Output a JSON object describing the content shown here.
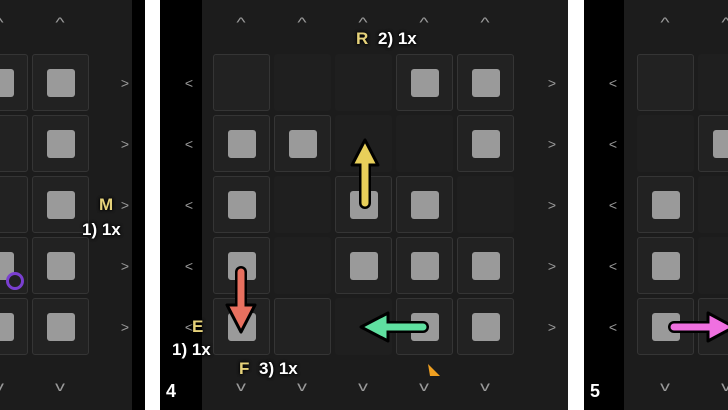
{
  "panels": [
    {
      "id": "3",
      "grid": [
        [
          "square",
          "square"
        ],
        [
          "box",
          "square"
        ],
        [
          "box",
          "square"
        ],
        [
          "square-marker",
          "square"
        ],
        [
          "square",
          "square"
        ]
      ],
      "labels": {
        "key": "M",
        "step": "1) 1x"
      }
    },
    {
      "id": "4",
      "number": "4",
      "grid": [
        [
          "box",
          "empty",
          "empty",
          "square",
          "square"
        ],
        [
          "square",
          "square",
          "empty",
          "empty",
          "square"
        ],
        [
          "square",
          "empty",
          "square",
          "square",
          "empty"
        ],
        [
          "square",
          "empty",
          "square",
          "square",
          "square"
        ],
        [
          "square",
          "box",
          "empty",
          "square",
          "square"
        ]
      ],
      "labels": {
        "r_key": "R",
        "r_step": "2) 1x",
        "e_key": "E",
        "e_step": "1) 1x",
        "f_key": "F",
        "f_step": "3) 1x"
      },
      "arrows": [
        {
          "color": "#e8cf5a",
          "dir": "up"
        },
        {
          "color": "#e8705f",
          "dir": "down"
        },
        {
          "color": "#5fe0a0",
          "dir": "left"
        }
      ],
      "cursor_color": "#f0a020"
    },
    {
      "id": "5",
      "number": "5",
      "grid": [
        [
          "box",
          "empty"
        ],
        [
          "empty",
          "square"
        ],
        [
          "square",
          "empty"
        ],
        [
          "square",
          "empty"
        ],
        [
          "square",
          "box"
        ]
      ],
      "arrows": [
        {
          "color": "#f070e0",
          "dir": "right"
        }
      ]
    }
  ],
  "icons": {
    "up": "^",
    "down": "v",
    "left": "<",
    "right": ">"
  }
}
